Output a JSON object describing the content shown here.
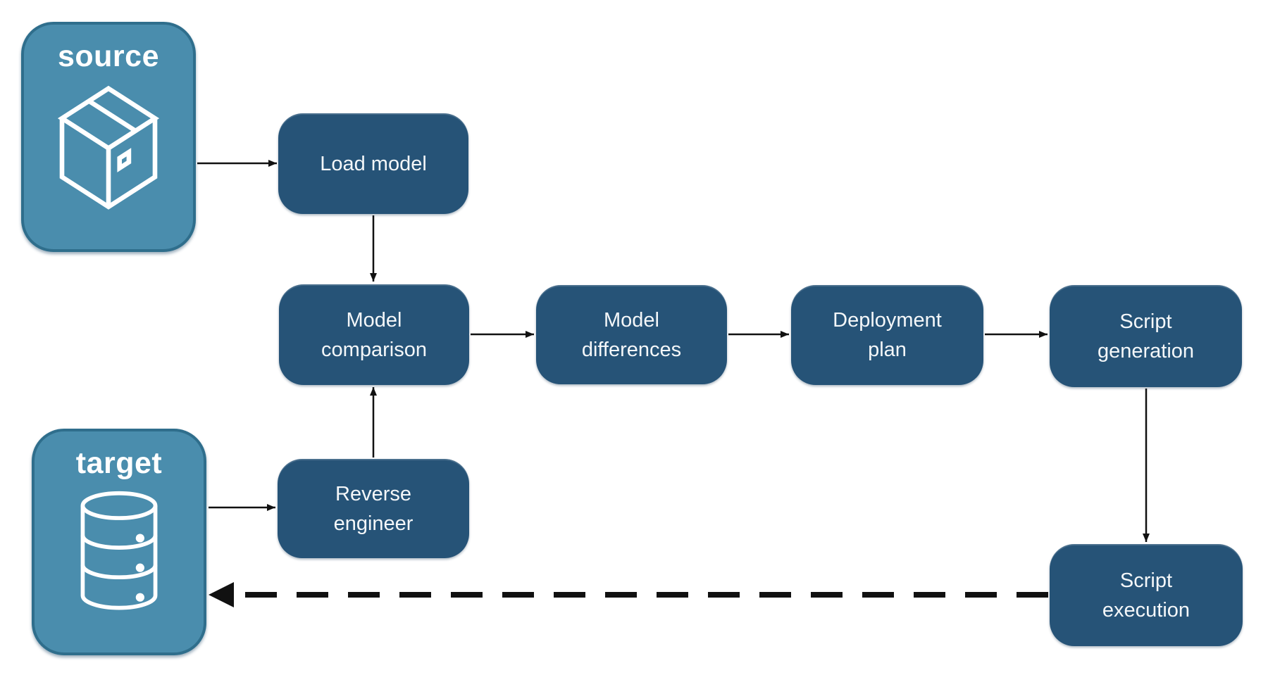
{
  "diagram": {
    "nodes": {
      "source": {
        "label": "source",
        "icon": "package-icon"
      },
      "target": {
        "label": "target",
        "icon": "database-icon"
      },
      "load_model": {
        "label": "Load model"
      },
      "model_comparison": {
        "label": "Model comparison"
      },
      "model_differences": {
        "label": "Model differences"
      },
      "deployment_plan": {
        "label": "Deployment plan"
      },
      "script_generation": {
        "label": "Script generation"
      },
      "script_execution": {
        "label": "Script execution"
      },
      "reverse_engineer": {
        "label": "Reverse engineer"
      }
    },
    "edges": [
      {
        "from": "source",
        "to": "load_model",
        "style": "solid"
      },
      {
        "from": "load_model",
        "to": "model_comparison",
        "style": "solid"
      },
      {
        "from": "model_comparison",
        "to": "model_differences",
        "style": "solid"
      },
      {
        "from": "model_differences",
        "to": "deployment_plan",
        "style": "solid"
      },
      {
        "from": "deployment_plan",
        "to": "script_generation",
        "style": "solid"
      },
      {
        "from": "script_generation",
        "to": "script_execution",
        "style": "solid"
      },
      {
        "from": "target",
        "to": "reverse_engineer",
        "style": "solid"
      },
      {
        "from": "reverse_engineer",
        "to": "model_comparison",
        "style": "solid"
      },
      {
        "from": "script_execution",
        "to": "target",
        "style": "dashed"
      }
    ],
    "colors": {
      "container_fill": "#4A8DAD",
      "container_border": "#2F6E8C",
      "process_fill": "#265377",
      "text": "#FFFFFF",
      "arrow": "#111111",
      "background": "#FFFFFF"
    }
  }
}
